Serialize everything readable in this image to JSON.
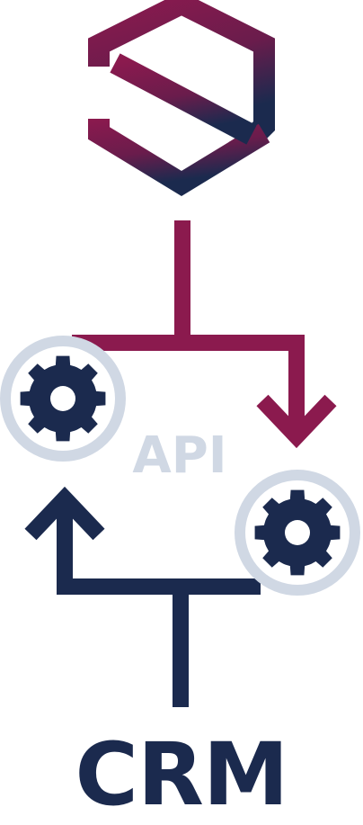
{
  "colors": {
    "magenta": "#8b1a4e",
    "navy": "#1b2a4e",
    "ring": "#d0d8e4",
    "api_text": "#d0d8e4"
  },
  "logo": {
    "icon": "hexagon-s-logo-icon"
  },
  "api": {
    "label": "API"
  },
  "crm": {
    "label": "CRM"
  },
  "gears": [
    {
      "icon": "gear-icon",
      "position": "upper-left"
    },
    {
      "icon": "gear-icon",
      "position": "lower-right"
    }
  ]
}
